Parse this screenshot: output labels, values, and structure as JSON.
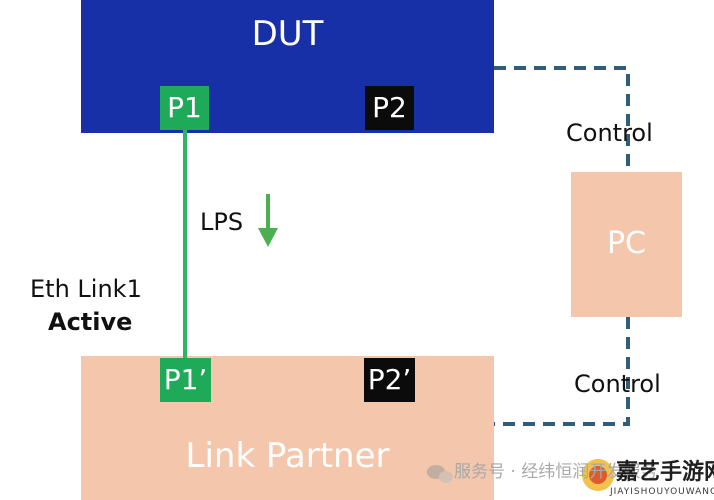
{
  "dut": {
    "title": "DUT",
    "port1": "P1",
    "port2": "P2"
  },
  "link_partner": {
    "title": "Link Partner",
    "port1": "P1’",
    "port2": "P2’"
  },
  "pc": {
    "title": "PC"
  },
  "labels": {
    "control_top": "Control",
    "control_bottom": "Control",
    "lps": "LPS",
    "eth_link": "Eth Link1",
    "active": "Active"
  },
  "watermark": {
    "text": "服务号 · 经纬恒润开发服务",
    "badge": "嘉艺手游网",
    "badge_sub": "JIAYISHOUYOUWANG"
  },
  "colors": {
    "dut_blue": "#1730a8",
    "port_green": "#1faa5a",
    "port_black": "#0b0b0b",
    "partner_peach": "#f4c6ab",
    "link_green": "#2bb564",
    "dash_teal": "#2f5d7a",
    "arrow_green": "#4caf50"
  },
  "icons": [
    "lps-down-arrow-icon",
    "wechat-icon",
    "badge-logo-icon"
  ]
}
